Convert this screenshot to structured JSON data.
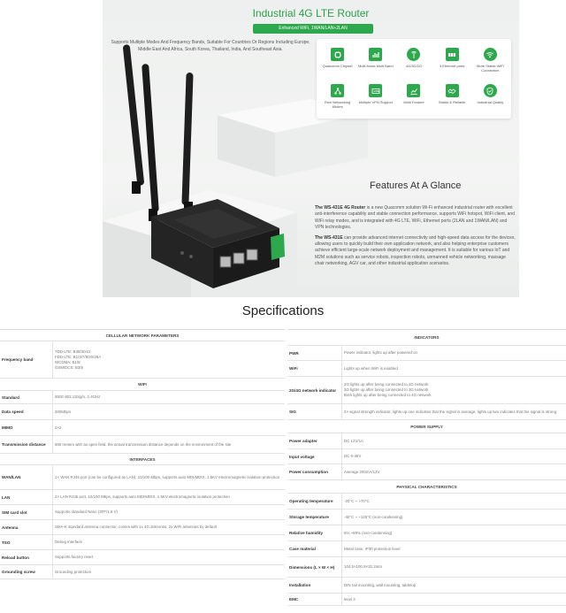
{
  "hero": {
    "title": "Industrial 4G LTE Router",
    "pill": "Enhanced WiFi, 1WAN/LAN+2LAN",
    "description": "Supports Multiple Modes And Frequency Bands, Suitable For Countries Or Regions Including Europe, Middle East And Africa, South Korea, Thailand, India, And Southeast Asia.",
    "features": [
      {
        "icon": "chip-icon",
        "label": "Qualcomm Chipset"
      },
      {
        "icon": "modes-icon",
        "label": "Multi Mode Multi Band"
      },
      {
        "icon": "cellular-icon",
        "label": "4G/3G/2G"
      },
      {
        "icon": "ethernet-icon",
        "label": "3 Ethernet ports"
      },
      {
        "icon": "wifi-icon",
        "label": "More Stable WiFi Connection"
      },
      {
        "icon": "network-icon",
        "label": "Rich Networking Modes"
      },
      {
        "icon": "vpn-icon",
        "label": "Multiple VPN Support"
      },
      {
        "icon": "chart-icon",
        "label": "Multi Feature"
      },
      {
        "icon": "handshake-icon",
        "label": "Stable & Reliable"
      },
      {
        "icon": "shield-icon",
        "label": "Industrial Quality"
      }
    ],
    "colors": {
      "accent": "#2ea84c",
      "title": "#2aa14a"
    }
  },
  "glance": {
    "title": "Features At A Glance",
    "p1_bold": "The WS-431E 4G Router",
    "p1": " is a new Quacomm solution Wi-Fi enhanced industrial router with excellent anti-interference capability and stable connection performance, supports WiFi hotspot, WiFi client, and WiFi relay modes, and is integrated with 4G LTE, WiFi, Ethernet ports (2LAN and 1WAN/LAN) and VPN technologies.",
    "p2_bold": "The WS-431E",
    "p2": " can provide advanced internet connectivity and high-speed data access for the devices, allowing users to quickly build their own application network, and also helping enterprise customers achieve efficient large-scale network deployment and management. It is suitable for various IoT and M2M solutions such as service robots, inspection robots, unmanned vehicle networking, massage chair networking, AGV car, and other industrial application scenarios."
  },
  "specs": {
    "title": "Specifications",
    "left": [
      {
        "section": "CELLULAR NETWORK PARAMETERS",
        "h": 13
      },
      {
        "key": "Frequency band",
        "lines": [
          "TDD-LTE: B38/40/41",
          "FDD-LTE: B1/3/7/8/20/28A",
          "WCDMA: B1/8",
          "GSM/DCS: B3/8"
        ],
        "h": 42
      },
      {
        "section": "WIFI",
        "h": 14
      },
      {
        "key": "Standard",
        "lines": [
          "IEEE 802.11b/g/n, 2.4GHz"
        ],
        "h": 15
      },
      {
        "key": "Data speed",
        "lines": [
          "300Mbps"
        ],
        "h": 18
      },
      {
        "key": "MIMO",
        "lines": [
          "2×2"
        ],
        "h": 18
      },
      {
        "key": "Transmission distance",
        "lines": [
          "500 meters with an open field, the actual transmission distance depends on the environment of the site"
        ],
        "h": 20
      },
      {
        "section": "INTERFACES",
        "h": 13
      },
      {
        "key": "WAN/LAN",
        "lines": [
          "1× WAN RJ45 port (can be configured as LAN), 10/100 Mbps, supports auto MDI/MDIX, 1.5KV electromagnetic isolation protection"
        ],
        "h": 28
      },
      {
        "key": "LAN",
        "lines": [
          "2× LAN RJ45 port, 10/100 Mbps, supports auto MDI/MDIX, 1.5KV electromagnetic isolation protection"
        ],
        "h": 17
      },
      {
        "key": "SIM card slot",
        "lines": [
          "Supports standard Nano (3FF/1.8 V)"
        ],
        "h": 17
      },
      {
        "key": "Antenna",
        "lines": [
          "SMA-K standard antenna connector, comes with 1x 4G antennas, 2x WiFi antennas by default"
        ],
        "h": 17
      },
      {
        "key": "TSO",
        "lines": [
          "Debug interface"
        ],
        "h": 17
      },
      {
        "key": "Reload button",
        "lines": [
          "Supports factory reset"
        ],
        "h": 17
      },
      {
        "key": "Grounding screw",
        "lines": [
          "Grounding protection"
        ],
        "h": 16
      }
    ],
    "right": [
      {
        "section": "INDICATORS",
        "h": 18
      },
      {
        "key": "PWR",
        "lines": [
          "Power indicator, lights up after powered on"
        ],
        "h": 17
      },
      {
        "key": "WiFi",
        "lines": [
          "Lights up when WiFi is enabled"
        ],
        "h": 18
      },
      {
        "key": "2G/4G network indicator",
        "lines": [
          "2G lights up after being connected to 2G network",
          "3G lights up after being connected to 3G network",
          "Both lights up after being connected to 4G network"
        ],
        "h": 31
      },
      {
        "key": "SIG",
        "lines": [
          "2× signal strength indicator, lights up one indicates that the signal is average, lights up two indicates that the signal is strong"
        ],
        "h": 18
      },
      {
        "section": "POWER SUPPLY",
        "h": 15
      },
      {
        "key": "Power adapter",
        "lines": [
          "DC 12V/1A"
        ],
        "h": 18
      },
      {
        "key": "Input voltage",
        "lines": [
          "DC 9-36V"
        ],
        "h": 17
      },
      {
        "key": "Power consumption",
        "lines": [
          "Average 200mA/12V"
        ],
        "h": 18
      },
      {
        "section": "PHYSICAL CHARACTERISTICS",
        "h": 15
      },
      {
        "key": "Operating temperature",
        "lines": [
          "-20°C ~ +70°C"
        ],
        "h": 18
      },
      {
        "key": "Storage temperature",
        "lines": [
          "-40°C ~ +125°C (non-condensing)"
        ],
        "h": 18
      },
      {
        "key": "Relative humidity",
        "lines": [
          "5% ~95% (non-condensing)"
        ],
        "h": 18
      },
      {
        "key": "Case material",
        "lines": [
          "Metal case, IP30 protection level"
        ],
        "h": 18
      },
      {
        "key": "Dimensions (L × W × H)",
        "lines": [
          "104.5×100.9×32.2mm"
        ],
        "h": 23
      },
      {
        "key": "Installation",
        "lines": [
          "DIN rail mounting, wall mounting, tabletop"
        ],
        "h": 18
      },
      {
        "key": "EMC",
        "lines": [
          "level 3"
        ],
        "h": 14
      }
    ]
  }
}
